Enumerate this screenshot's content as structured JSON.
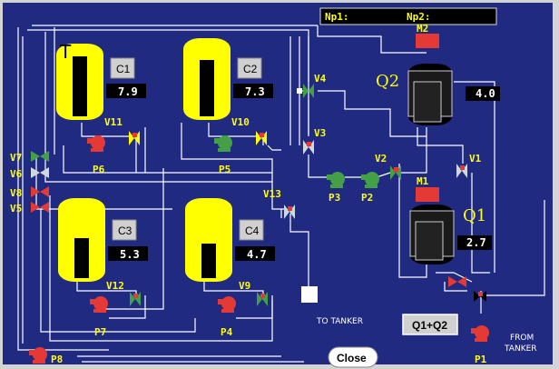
{
  "header": {
    "np1_label": "Np1:",
    "np2_label": "Np2:"
  },
  "tanks": {
    "c1": {
      "label": "C1",
      "level": "7.9",
      "fill_fraction": 0.85
    },
    "c2": {
      "label": "C2",
      "level": "7.3",
      "fill_fraction": 0.8
    },
    "c3": {
      "label": "C3",
      "level": "5.3",
      "fill_fraction": 0.55
    },
    "c4": {
      "label": "C4",
      "level": "4.7",
      "fill_fraction": 0.5
    },
    "q1": {
      "label": "Q1",
      "level": "2.7"
    },
    "q2": {
      "label": "Q2",
      "level": "4.0"
    }
  },
  "mixers": {
    "m1": "M1",
    "m2": "M2"
  },
  "valves": {
    "v1": "V1",
    "v2": "V2",
    "v3": "V3",
    "v4": "V4",
    "v5": "V5",
    "v6": "V6",
    "v7": "V7",
    "v8": "V8",
    "v9": "V9",
    "v10": "V10",
    "v11": "V11",
    "v12": "V12",
    "v13": "V13"
  },
  "pumps": {
    "p1": "P1",
    "p2": "P2",
    "p3": "P3",
    "p4": "P4",
    "p5": "P5",
    "p6": "P6",
    "p7": "P7",
    "p8": "P8"
  },
  "labels": {
    "to_tanker": "TO TANKER",
    "from_tanker_1": "FROM",
    "from_tanker_2": "TANKER"
  },
  "buttons": {
    "q1q2": "Q1+Q2",
    "close": "Close"
  },
  "colors": {
    "background": "#1a237e",
    "tank_yellow": "#ffff00",
    "pump_red": "#e53935",
    "pump_green": "#43a047",
    "mixer_red": "#e53935"
  }
}
